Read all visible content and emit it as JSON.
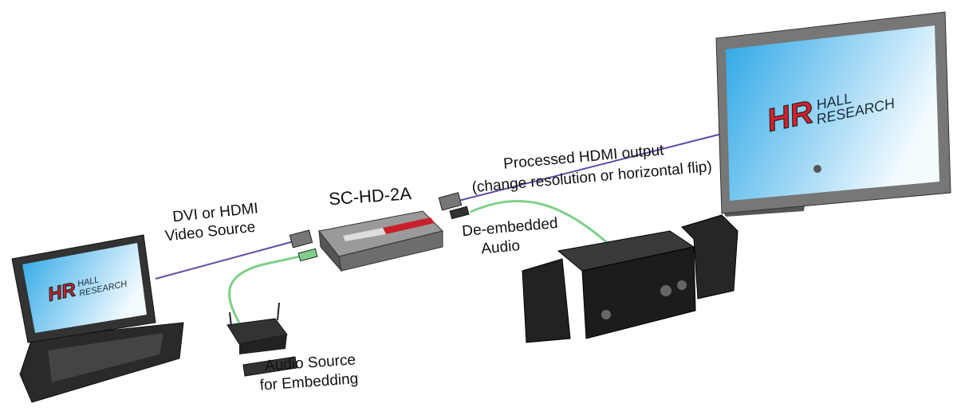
{
  "colors": {
    "video_cable": "#5a4fa8",
    "audio_cable": "#7fcf8a",
    "screen": "#3fb0e8",
    "brand_red": "#d8202a",
    "device_body": "#8a8a8a"
  },
  "labels": {
    "video_source": [
      "DVI or HDMI",
      "Video Source"
    ],
    "device": "SC-HD-2A",
    "output": [
      "Processed HDMI output",
      "(change resolution or horizontal flip)"
    ],
    "deembedded": [
      "De-embedded",
      "Audio"
    ],
    "audio_source": [
      "Audio Source",
      "for Embedding"
    ]
  },
  "logo": {
    "mark": "HR",
    "line1": "HALL",
    "line2": "RESEARCH"
  }
}
